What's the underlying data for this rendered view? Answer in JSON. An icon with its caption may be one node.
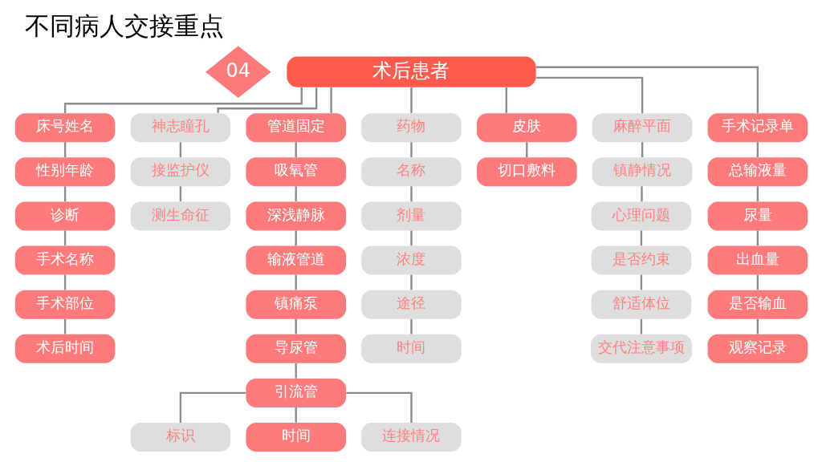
{
  "diagram": {
    "title": "不同病人交接重点",
    "nodes": [
      {
        "text": [
          "04"
        ]
      },
      {
        "text": [
          "术后患者"
        ]
      },
      {
        "text": [
          "床号姓名"
        ]
      },
      {
        "text": [
          "性别年龄"
        ]
      },
      {
        "text": [
          "诊断"
        ]
      },
      {
        "text": [
          "手术名称"
        ]
      },
      {
        "text": [
          "手术部位"
        ]
      },
      {
        "text": [
          "术后时间"
        ]
      },
      {
        "text": [
          "神志瞳孔"
        ]
      },
      {
        "text": [
          "接监护仪"
        ]
      },
      {
        "text": [
          "测生命征"
        ]
      },
      {
        "text": [
          "管道固定"
        ]
      },
      {
        "text": [
          "吸氧管"
        ]
      },
      {
        "text": [
          "深浅静脉"
        ]
      },
      {
        "text": [
          "输液管道"
        ]
      },
      {
        "text": [
          "镇痛泵"
        ]
      },
      {
        "text": [
          "导尿管"
        ]
      },
      {
        "text": [
          "引流管"
        ]
      },
      {
        "text": [
          "标识"
        ]
      },
      {
        "text": [
          "时间"
        ]
      },
      {
        "text": [
          "连接情况"
        ]
      },
      {
        "text": [
          "药物"
        ]
      },
      {
        "text": [
          "名称"
        ]
      },
      {
        "text": [
          "剂量"
        ]
      },
      {
        "text": [
          "浓度"
        ]
      },
      {
        "text": [
          "途径"
        ]
      },
      {
        "text": [
          "时间"
        ]
      },
      {
        "text": [
          "皮肤"
        ]
      },
      {
        "text": [
          "切口敷料"
        ]
      },
      {
        "text": [
          "麻醉平面"
        ]
      },
      {
        "text": [
          "镇静情况"
        ]
      },
      {
        "text": [
          "心理问题"
        ]
      },
      {
        "text": [
          "是否约束"
        ]
      },
      {
        "text": [
          "舒适体位"
        ]
      },
      {
        "text": [
          "交代注意事项"
        ]
      },
      {
        "text": [
          "手术记录单"
        ]
      },
      {
        "text": [
          "总输液量"
        ]
      },
      {
        "text": [
          "尿量"
        ]
      },
      {
        "text": [
          "出血量"
        ]
      },
      {
        "text": [
          "是否输血"
        ]
      },
      {
        "text": [
          "观察记录"
        ]
      }
    ],
    "edges": [
      {
        "from": 1,
        "to": 2,
        "arrow": "none"
      },
      {
        "from": 2,
        "to": 3,
        "arrow": "none"
      },
      {
        "from": 3,
        "to": 4,
        "arrow": "none"
      },
      {
        "from": 4,
        "to": 5,
        "arrow": "none"
      },
      {
        "from": 5,
        "to": 6,
        "arrow": "none"
      },
      {
        "from": 6,
        "to": 7,
        "arrow": "none"
      },
      {
        "from": 1,
        "to": 8,
        "arrow": "none"
      },
      {
        "from": 8,
        "to": 9,
        "arrow": "none"
      },
      {
        "from": 9,
        "to": 10,
        "arrow": "none"
      },
      {
        "from": 1,
        "to": 11,
        "arrow": "none"
      },
      {
        "from": 11,
        "to": 12,
        "arrow": "none"
      },
      {
        "from": 12,
        "to": 13,
        "arrow": "none"
      },
      {
        "from": 13,
        "to": 14,
        "arrow": "none"
      },
      {
        "from": 14,
        "to": 15,
        "arrow": "none"
      },
      {
        "from": 15,
        "to": 16,
        "arrow": "none"
      },
      {
        "from": 16,
        "to": 17,
        "arrow": "none"
      },
      {
        "from": 17,
        "to": 18,
        "arrow": "none"
      },
      {
        "from": 17,
        "to": 19,
        "arrow": "none"
      },
      {
        "from": 17,
        "to": 20,
        "arrow": "none"
      },
      {
        "from": 1,
        "to": 21,
        "arrow": "none"
      },
      {
        "from": 21,
        "to": 22,
        "arrow": "none"
      },
      {
        "from": 22,
        "to": 23,
        "arrow": "none"
      },
      {
        "from": 23,
        "to": 24,
        "arrow": "none"
      },
      {
        "from": 24,
        "to": 25,
        "arrow": "none"
      },
      {
        "from": 25,
        "to": 26,
        "arrow": "none"
      },
      {
        "from": 1,
        "to": 27,
        "arrow": "none"
      },
      {
        "from": 27,
        "to": 28,
        "arrow": "none"
      },
      {
        "from": 1,
        "to": 29,
        "arrow": "none"
      },
      {
        "from": 29,
        "to": 30,
        "arrow": "none"
      },
      {
        "from": 30,
        "to": 31,
        "arrow": "none"
      },
      {
        "from": 31,
        "to": 32,
        "arrow": "none"
      },
      {
        "from": 32,
        "to": 33,
        "arrow": "none"
      },
      {
        "from": 33,
        "to": 34,
        "arrow": "none"
      },
      {
        "from": 1,
        "to": 35,
        "arrow": "none"
      },
      {
        "from": 35,
        "to": 36,
        "arrow": "none"
      },
      {
        "from": 36,
        "to": 37,
        "arrow": "none"
      },
      {
        "from": 37,
        "to": 38,
        "arrow": "none"
      },
      {
        "from": 38,
        "to": 39,
        "arrow": "none"
      },
      {
        "from": 39,
        "to": 40,
        "arrow": "none"
      }
    ]
  }
}
